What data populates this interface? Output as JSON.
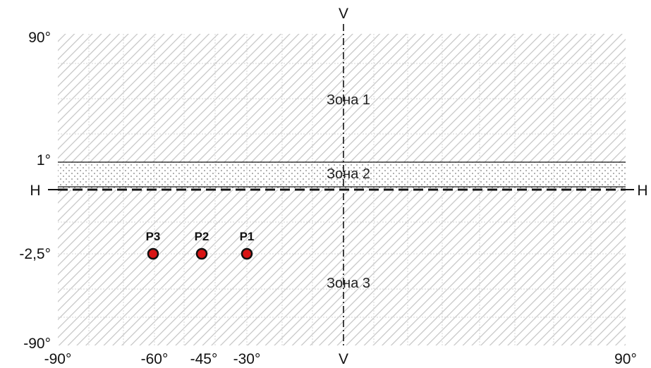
{
  "axis_labels": {
    "v_top": "V",
    "v_bottom": "V",
    "h_left": "H",
    "h_right": "H",
    "y_ticks": [
      "90°",
      "1°",
      "-2,5°",
      "-90°"
    ],
    "x_ticks": [
      "-90°",
      "-60°",
      "-45°",
      "-30°",
      "90°"
    ]
  },
  "zones": [
    {
      "label": "Зона 1",
      "pattern": "diagonal-hatch"
    },
    {
      "label": "Зона 2",
      "pattern": "dots"
    },
    {
      "label": "Зона 3",
      "pattern": "diagonal-hatch"
    }
  ],
  "points": [
    {
      "label": "P3",
      "h_deg": -60,
      "v_deg": -2.5
    },
    {
      "label": "P2",
      "h_deg": -45,
      "v_deg": -2.5
    },
    {
      "label": "P1",
      "h_deg": -30,
      "v_deg": -2.5
    }
  ],
  "colors": {
    "hatch": "#c9c9c9",
    "grid": "#d2d2d2",
    "point_fill": "#d91414",
    "point_stroke": "#111111",
    "line": "#111111"
  }
}
